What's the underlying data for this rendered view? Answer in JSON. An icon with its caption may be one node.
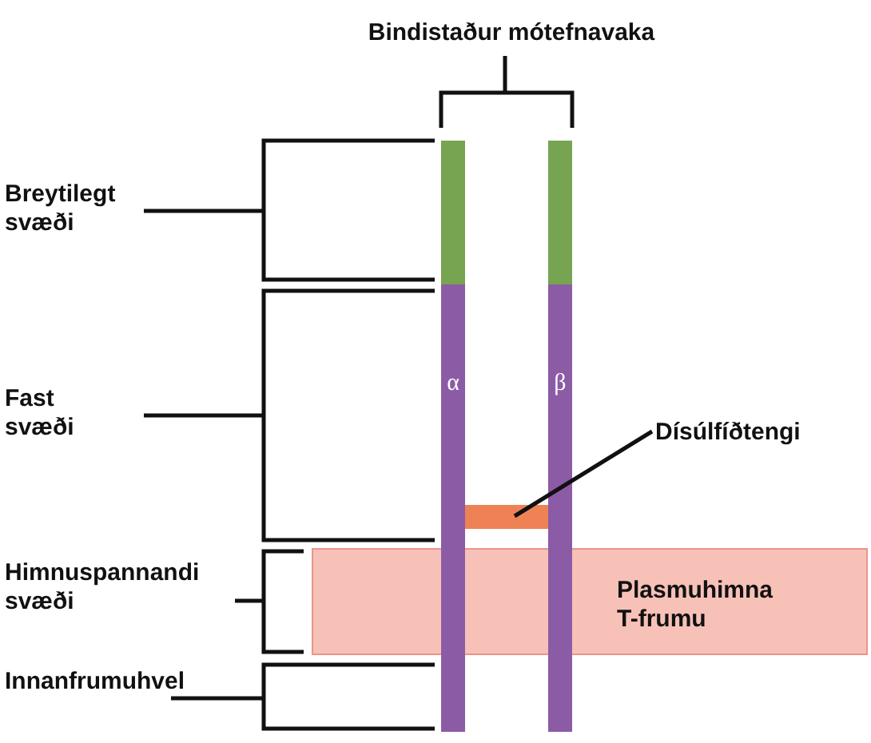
{
  "diagram": {
    "nodes": [
      {
        "text": [
          "Bindistaður mótefnavaka"
        ]
      },
      {
        "text": [
          "Breytilegt svæði"
        ]
      },
      {
        "text": [
          "Fast svæði"
        ]
      },
      {
        "text": [
          "Himnuspannandi svæði"
        ]
      },
      {
        "text": [
          "Innanfrumuhvel"
        ]
      },
      {
        "text": [
          "Dísúlfíðtengi"
        ]
      },
      {
        "text": [
          "Plasmuhimna T-frumu"
        ]
      },
      {
        "text": [
          "α"
        ]
      },
      {
        "text": [
          "β"
        ]
      },
      {
        "text": [],
        "shape": "bar"
      }
    ],
    "edges": [
      {
        "from": 5,
        "to": 9,
        "arrow": "none"
      }
    ]
  }
}
